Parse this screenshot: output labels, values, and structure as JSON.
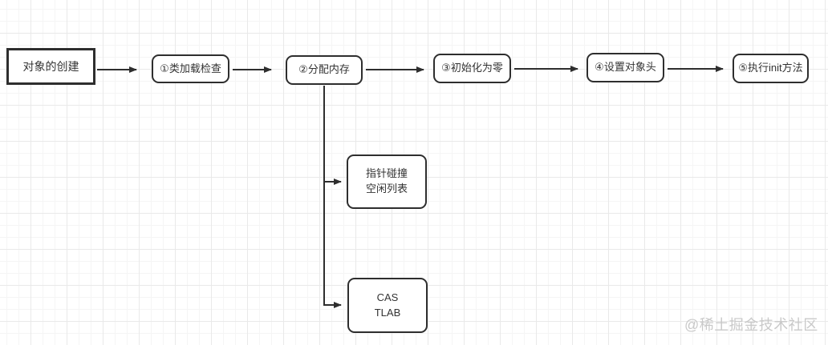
{
  "diagram": {
    "type": "flowchart",
    "nodes": [
      {
        "id": "object-creation",
        "label": "对象的创建",
        "shape": "rectangle"
      },
      {
        "id": "class-load-check",
        "label": "①类加载检查",
        "shape": "rounded"
      },
      {
        "id": "allocate-memory",
        "label": "②分配内存",
        "shape": "rounded"
      },
      {
        "id": "init-zero",
        "label": "③初始化为零",
        "shape": "rounded"
      },
      {
        "id": "set-object-header",
        "label": "④设置对象头",
        "shape": "rounded"
      },
      {
        "id": "exec-init-method",
        "label": "⑤执行init方法",
        "shape": "rounded"
      },
      {
        "id": "pointer-collision-free-list",
        "lines": [
          "指针碰撞",
          "空闲列表"
        ],
        "shape": "rounded"
      },
      {
        "id": "cas-tlab",
        "lines": [
          "CAS",
          "TLAB"
        ],
        "shape": "rounded"
      }
    ],
    "edges": [
      {
        "from": "object-creation",
        "to": "class-load-check"
      },
      {
        "from": "class-load-check",
        "to": "allocate-memory"
      },
      {
        "from": "allocate-memory",
        "to": "init-zero"
      },
      {
        "from": "init-zero",
        "to": "set-object-header"
      },
      {
        "from": "set-object-header",
        "to": "exec-init-method"
      },
      {
        "from": "allocate-memory",
        "to": "pointer-collision-free-list"
      },
      {
        "from": "allocate-memory",
        "to": "cas-tlab"
      }
    ],
    "watermark": "@稀土掘金技术社区",
    "colors": {
      "node_border": "#2e2e2e",
      "node_fill": "#ffffff",
      "text": "#333333",
      "connector": "#2e2e2e",
      "watermark": "#c9c9c9",
      "grid_minor": "#f5f5f5",
      "grid_major": "#e9e9e9",
      "background": "#ffffff"
    }
  }
}
